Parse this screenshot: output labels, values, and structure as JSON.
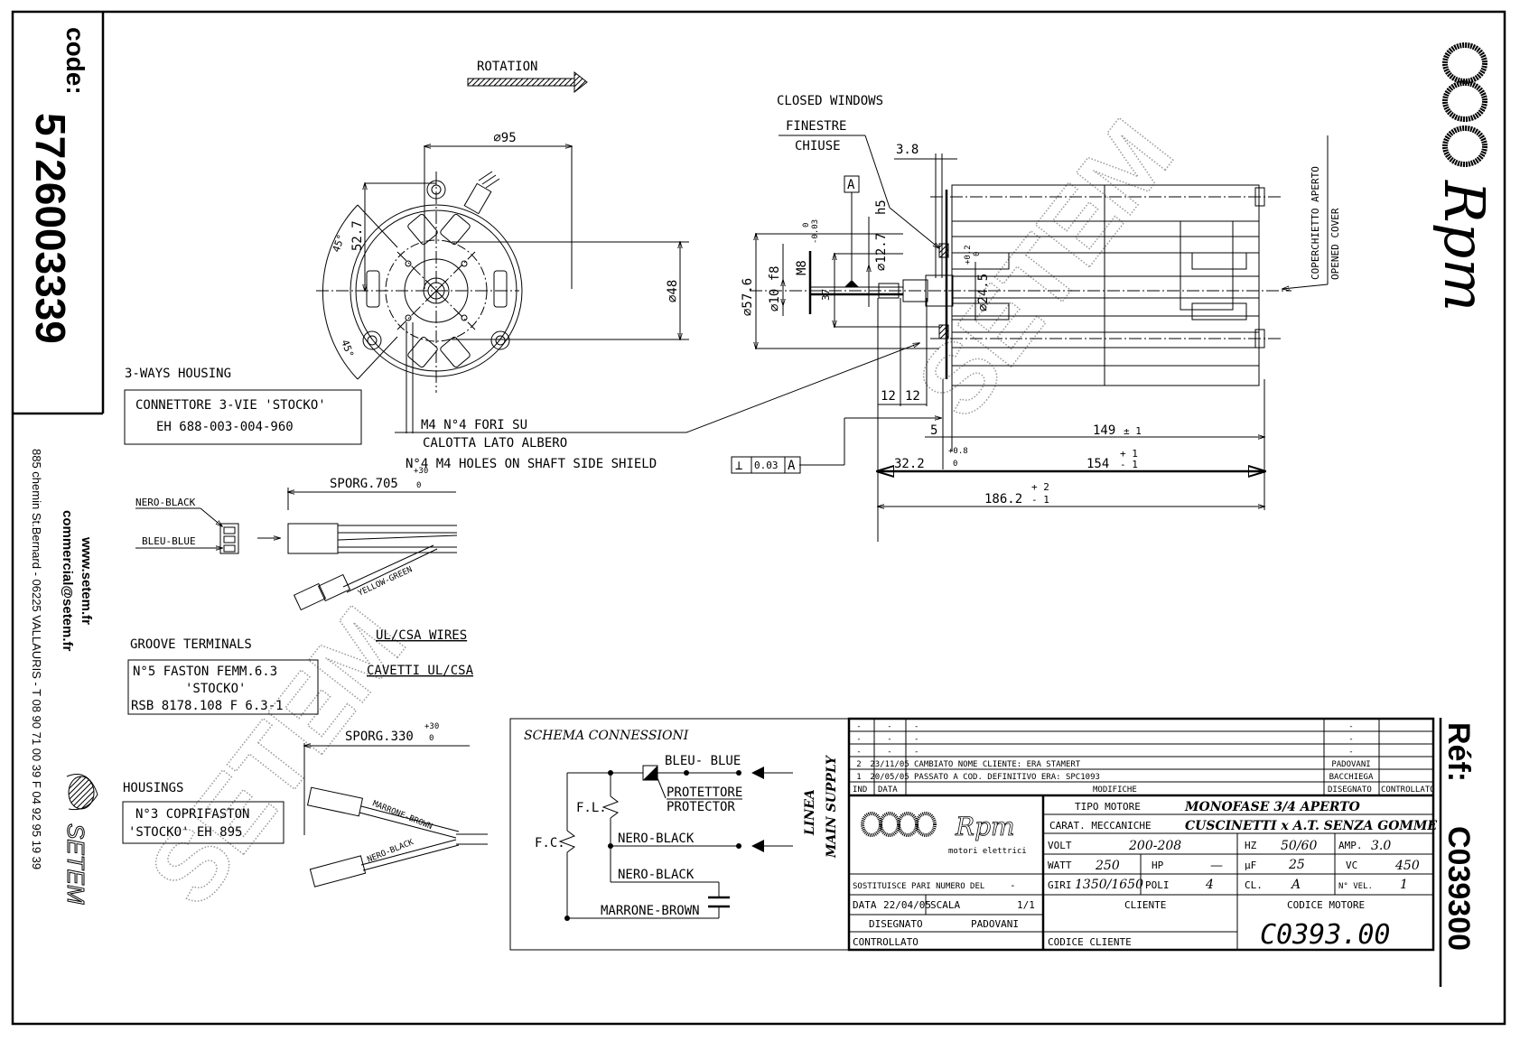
{
  "left_strip": {
    "code_label": "code:",
    "code_value": "5726003339",
    "website": "www.setem.fr",
    "email": "commercial@setem.fr",
    "address": "885 chemin St.Bernard - 06225 VALLAURIS - T 08 90 71 00 39  F 04 92 95 19 39",
    "brand": "SETEM"
  },
  "right_strip": {
    "logo_text": "Rpm",
    "ref_label": "Réf:",
    "ref_value": "C039300"
  },
  "watermark": "SETEM",
  "front_view": {
    "rotation_label": "ROTATION",
    "dim_diameter_95": "⌀95",
    "dim_52_7": "52.7",
    "dim_angle_top": "45°",
    "dim_angle_bottom": "45°",
    "dim_diameter_48": "⌀48",
    "holes_note_line1": "M4 N°4 FORI SU",
    "holes_note_line2": "CALOTTA LATO ALBERO",
    "holes_note_line3": "N°4 M4 HOLES ON SHAFT SIDE SHIELD"
  },
  "housing_3way": {
    "title": "3-WAYS HOUSING",
    "line1": "CONNETTORE 3-VIE 'STOCKO'",
    "line2": "EH 688-003-004-960"
  },
  "connector_detail": {
    "wire1": "NERO-BLACK",
    "wire2": "BLEU-BLUE",
    "sporg": "SPORG.705",
    "sporg_tol_plus": "+30",
    "sporg_tol_minus": "0",
    "ground_wire": "YELLOW-GREEN"
  },
  "groove_terminals": {
    "title": "GROOVE TERMINALS",
    "line1": "N°5 FASTON FEMM.6.3",
    "line2": "'STOCKO'",
    "line3": "RSB 8178.108 F 6.3-1"
  },
  "ul_csa": {
    "line1": "UL/CSA WIRES",
    "line2": "CAVETTI UL/CSA"
  },
  "housings": {
    "title": "HOUSINGS",
    "line1": "N°3 COPRIFASTON",
    "line2": "'STOCKO' EH 895",
    "sporg": "SPORG.330",
    "sporg_tol_plus": "+30",
    "sporg_tol_minus": "0",
    "wire_brown": "MARRONE-BROWN",
    "wire_black": "NERO-BLACK"
  },
  "side_view": {
    "closed_windows": "CLOSED WINDOWS",
    "finestre": "FINESTRE",
    "chiuse": "CHIUSE",
    "datum": "A",
    "dim_3_8": "3.8",
    "dim_h5": "h5",
    "dim_12_7": "⌀12.7",
    "dim_tol_0": "0",
    "dim_tol_003": "-0.03",
    "dim_57_6": "⌀57.6",
    "dim_10_f8": "⌀10 f8",
    "dim_m8": "M8",
    "dim_37": "37",
    "dim_24_5": "⌀24.5",
    "dim_24_5_tol_plus": "+0.2",
    "dim_24_5_tol_minus": "0",
    "dim_12a": "12",
    "dim_12b": "12",
    "dim_5": "5",
    "dim_149": "149",
    "dim_149_tol": "± 1",
    "dim_32_2": "32.2",
    "dim_32_2_tol_plus": "+0.8",
    "dim_32_2_tol_minus": "0",
    "dim_154": "154",
    "dim_154_tol_plus": "+ 1",
    "dim_154_tol_minus": "- 1",
    "dim_186_2": "186.2",
    "dim_186_2_tol_plus": "+ 2",
    "dim_186_2_tol_minus": "- 1",
    "tolerance_symbol": "⊥",
    "tolerance_value": "0.03",
    "tolerance_datum": "A",
    "opened_cover_it": "COPERCHIETTO APERTO",
    "opened_cover_en": "OPENED COVER"
  },
  "schema": {
    "title": "SCHEMA CONNESSIONI",
    "bleu": "BLEU- BLUE",
    "protettore": "PROTETTORE",
    "protector": "PROTECTOR",
    "fl": "F.L.",
    "fc": "F.C.",
    "nero1": "NERO-BLACK",
    "nero2": "NERO-BLACK",
    "marrone": "MARRONE-BROWN",
    "linea": "LINEA",
    "main_supply": "MAIN SUPPLY"
  },
  "revisions": {
    "headers": {
      "ind": "IND",
      "data": "DATA",
      "modifiche": "MODIFICHE",
      "disegnato": "DISEGNATO",
      "controllato": "CONTROLLATO"
    },
    "rows": [
      {
        "ind": "-",
        "data": "-",
        "mod": "-",
        "dis": "-",
        "con": ""
      },
      {
        "ind": "-",
        "data": "-",
        "mod": "-",
        "dis": "-",
        "con": ""
      },
      {
        "ind": "-",
        "data": "-",
        "mod": "-",
        "dis": "-",
        "con": ""
      },
      {
        "ind": "2",
        "data": "23/11/05",
        "mod": "CAMBIATO NOME CLIENTE: ERA STAMERT",
        "dis": "PADOVANI",
        "con": ""
      },
      {
        "ind": "1",
        "data": "20/05/05",
        "mod": "PASSATO A COD. DEFINITIVO ERA: SPC1093",
        "dis": "BACCHIEGA",
        "con": ""
      }
    ]
  },
  "title_block": {
    "logo_text": "Rpm",
    "logo_sub": "motori elettrici",
    "tipo_motore_label": "TIPO MOTORE",
    "tipo_motore": "MONOFASE 3/4 APERTO",
    "carat_label": "CARAT. MECCANICHE",
    "carat": "CUSCINETTI x A.T. SENZA GOMME",
    "volt_label": "VOLT",
    "volt": "200-208",
    "hz_label": "HZ",
    "hz": "50/60",
    "amp_label": "AMP.",
    "amp": "3.0",
    "watt_label": "WATT",
    "watt": "250",
    "hp_label": "HP",
    "hp": "—",
    "uf_label": "µF",
    "uf": "25",
    "vc_label": "VC",
    "vc": "450",
    "sostituisce_label": "SOSTITUISCE PARI NUMERO DEL",
    "sostituisce": "-",
    "giri_label": "GIRI",
    "giri": "1350/1650",
    "poli_label": "POLI",
    "poli": "4",
    "cl_label": "CL.",
    "cl": "A",
    "nvel_label": "N° VEL.",
    "nvel": "1",
    "data_label": "DATA",
    "data": "22/04/05",
    "scala_label": "SCALA",
    "scala": "1/1",
    "cliente_label": "CLIENTE",
    "codice_motore_label": "CODICE MOTORE",
    "codice_motore": "C0393.00",
    "disegnato_label": "DISEGNATO",
    "disegnato": "PADOVANI",
    "controllato_label": "CONTROLLATO",
    "codice_cliente_label": "CODICE CLIENTE"
  }
}
